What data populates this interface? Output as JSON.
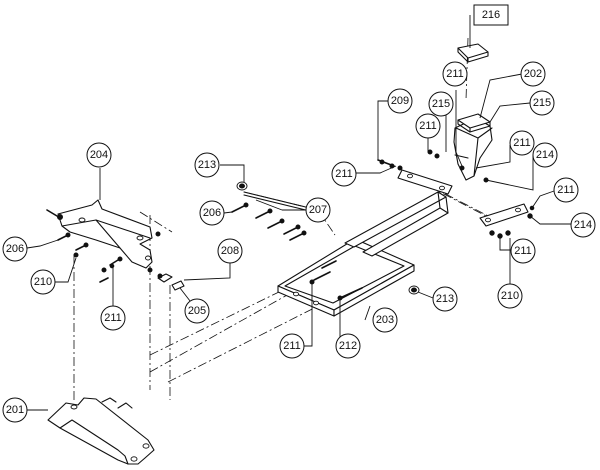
{
  "callouts": [
    {
      "id": "216",
      "label": "216"
    },
    {
      "id": "202",
      "label": "202"
    },
    {
      "id": "211a",
      "label": "211"
    },
    {
      "id": "215a",
      "label": "215"
    },
    {
      "id": "215b",
      "label": "215"
    },
    {
      "id": "209",
      "label": "209"
    },
    {
      "id": "211b",
      "label": "211"
    },
    {
      "id": "211c",
      "label": "211"
    },
    {
      "id": "214a",
      "label": "214"
    },
    {
      "id": "204",
      "label": "204"
    },
    {
      "id": "213a",
      "label": "213"
    },
    {
      "id": "211d",
      "label": "211"
    },
    {
      "id": "211e",
      "label": "211"
    },
    {
      "id": "214b",
      "label": "214"
    },
    {
      "id": "206a",
      "label": "206"
    },
    {
      "id": "207",
      "label": "207"
    },
    {
      "id": "206b",
      "label": "206"
    },
    {
      "id": "208",
      "label": "208"
    },
    {
      "id": "211f",
      "label": "211"
    },
    {
      "id": "210a",
      "label": "210"
    },
    {
      "id": "210b",
      "label": "210"
    },
    {
      "id": "211g",
      "label": "211"
    },
    {
      "id": "205",
      "label": "205"
    },
    {
      "id": "213b",
      "label": "213"
    },
    {
      "id": "203",
      "label": "203"
    },
    {
      "id": "211h",
      "label": "211"
    },
    {
      "id": "212",
      "label": "212"
    },
    {
      "id": "201",
      "label": "201"
    }
  ]
}
